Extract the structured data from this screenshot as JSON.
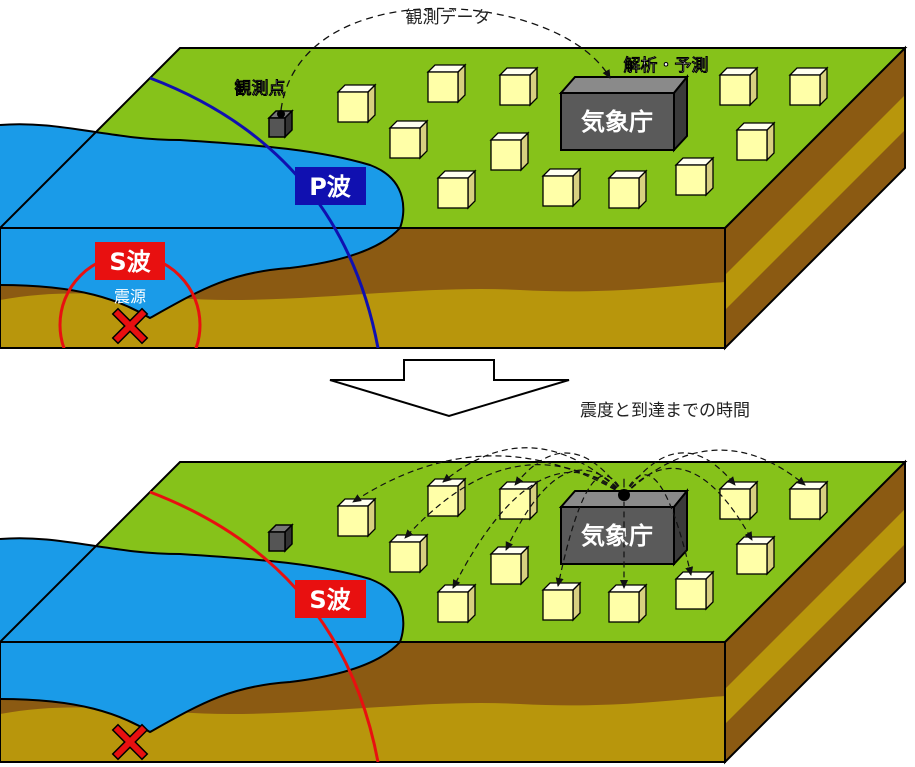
{
  "top_panel": {
    "observation_data_label": "観測データ",
    "station_label": "観測点",
    "analysis_label": "解析・予測",
    "agency_label": "気象庁",
    "p_wave_label": "P波",
    "s_wave_label": "S波",
    "epicenter_label": "震源"
  },
  "bottom_panel": {
    "broadcast_label": "震度と到達までの時間",
    "agency_label": "気象庁",
    "s_wave_label": "S波"
  },
  "colors": {
    "sea": "#1a9be8",
    "land": "#86c21a",
    "soil_dark": "#8b5a12",
    "soil_light": "#b8960c",
    "p_wave": "#1010b0",
    "s_wave": "#e81010",
    "house": "#ffffa8",
    "agency_box": "#5a5a5a"
  }
}
